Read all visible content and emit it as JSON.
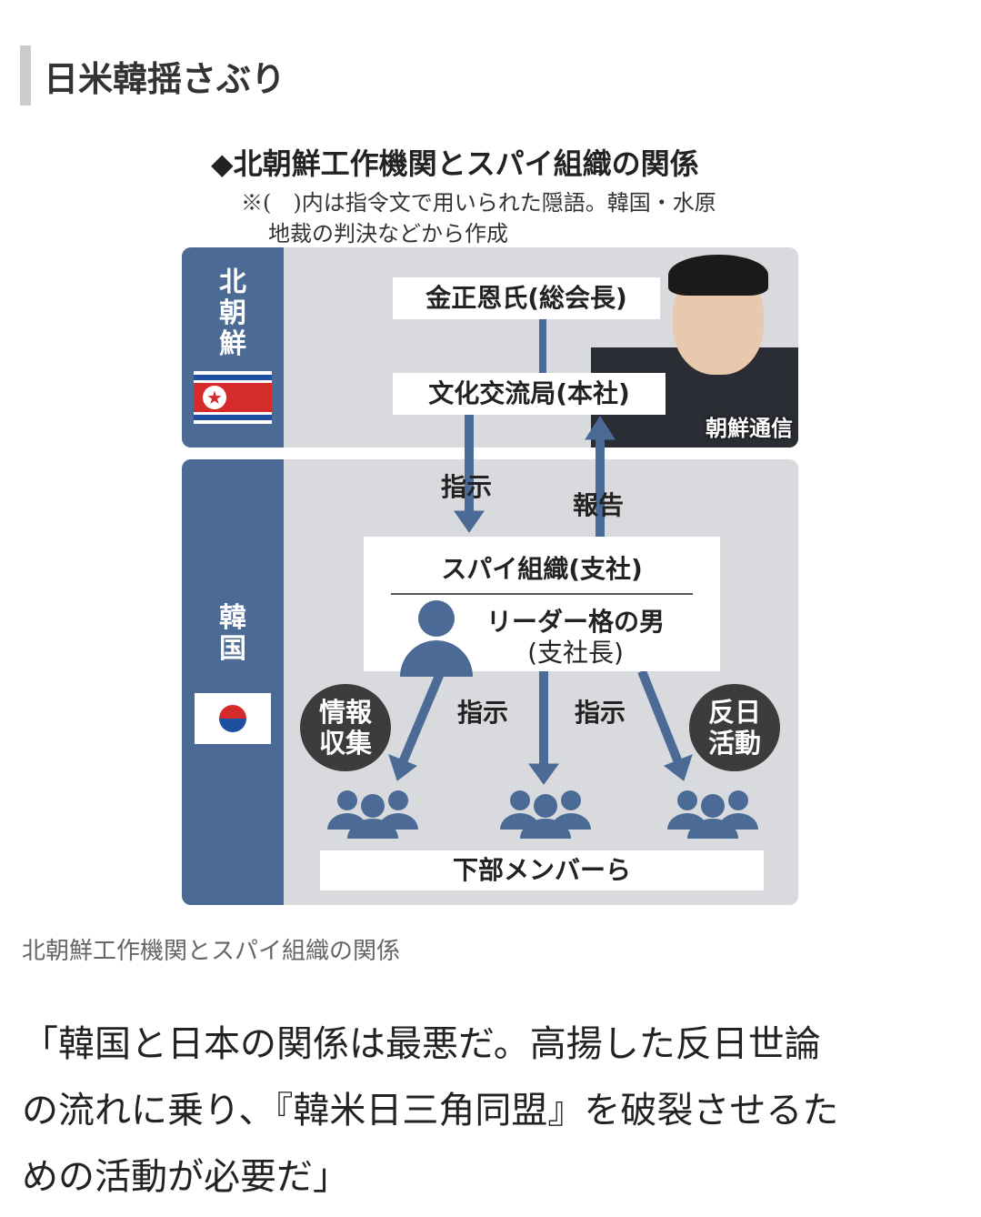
{
  "header": {
    "title": "日米韓揺さぶり"
  },
  "figure": {
    "title": "北朝鮮工作機関とスパイ組織の関係",
    "note_line1": "※(　)内は指令文で用いられた隠語。韓国・水原",
    "note_line2": "地裁の判決などから作成",
    "north": {
      "label": "北朝鮮",
      "leader": "金正恩氏(総会長)",
      "bureau": "文化交流局(本社)",
      "photo_credit": "朝鮮通信"
    },
    "south": {
      "label": "韓国",
      "org": "スパイ組織(支社)",
      "leader_line1": "リーダー格の男",
      "leader_line2": "(支社長)",
      "members": "下部メンバーら"
    },
    "arrows": {
      "order": "指示",
      "report": "報告",
      "order2": "指示",
      "order3": "指示"
    },
    "bubbles": {
      "intel": "情報収集",
      "anti": "反日活動"
    },
    "colors": {
      "panel": "#d8dadd",
      "side": "#4b6b96",
      "arrow": "#4b6b96"
    }
  },
  "caption": "北朝鮮工作機関とスパイ組織の関係",
  "body": {
    "line1": "「韓国と日本の関係は最悪だ。高揚した反日世論",
    "line2": "の流れに乗り、『韓米日三角同盟』を破裂させるた",
    "line3": "めの活動が必要だ」"
  }
}
